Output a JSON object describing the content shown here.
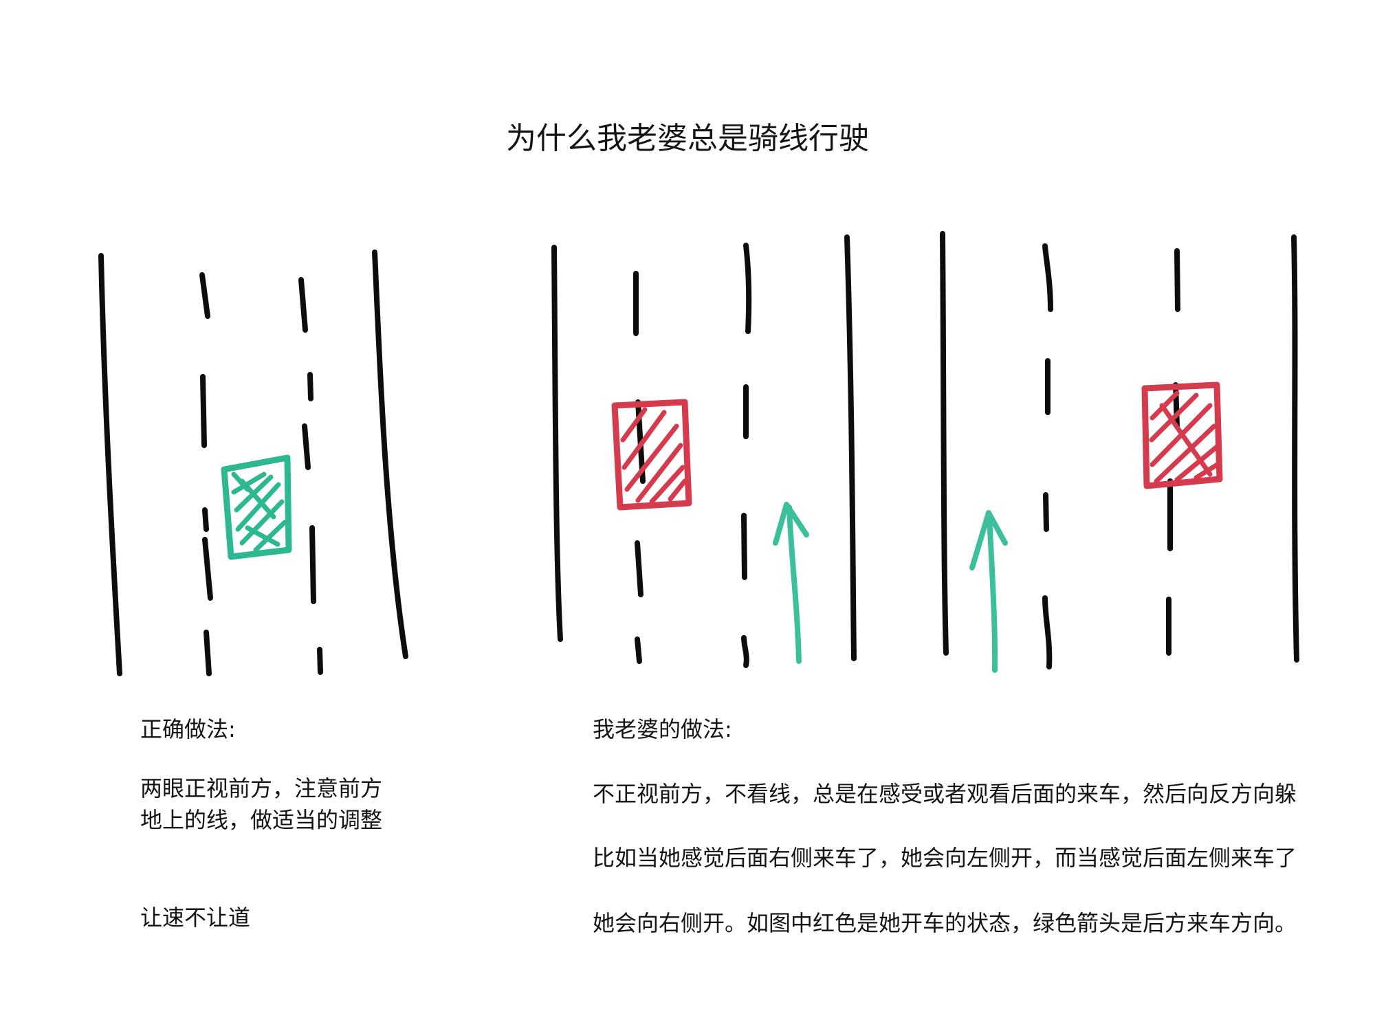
{
  "title": "为什么我老婆总是骑线行驶",
  "left_panel": {
    "heading": "正确做法:",
    "body": "两眼正视前方，注意前方地上的线，做适当的调整",
    "tip": "让速不让道"
  },
  "right_panel": {
    "heading": "我老婆的做法:",
    "lines": [
      "不正视前方，不看线，总是在感受或者观看后面的来车，然后向反方向躲",
      "比如当她感觉后面右侧来车了，她会向左侧开，而当感觉后面左侧来车了",
      "她会向右侧开。如图中红色是她开车的状态，绿色箭头是后方来车方向。"
    ]
  },
  "colors": {
    "lane_line": "#0d0d0d",
    "correct_car": "#2db892",
    "wife_car": "#d63a4d",
    "arrow": "#3cbf9b"
  },
  "icons": [
    "green-car-icon",
    "red-car-icon",
    "arrow-up-icon"
  ]
}
